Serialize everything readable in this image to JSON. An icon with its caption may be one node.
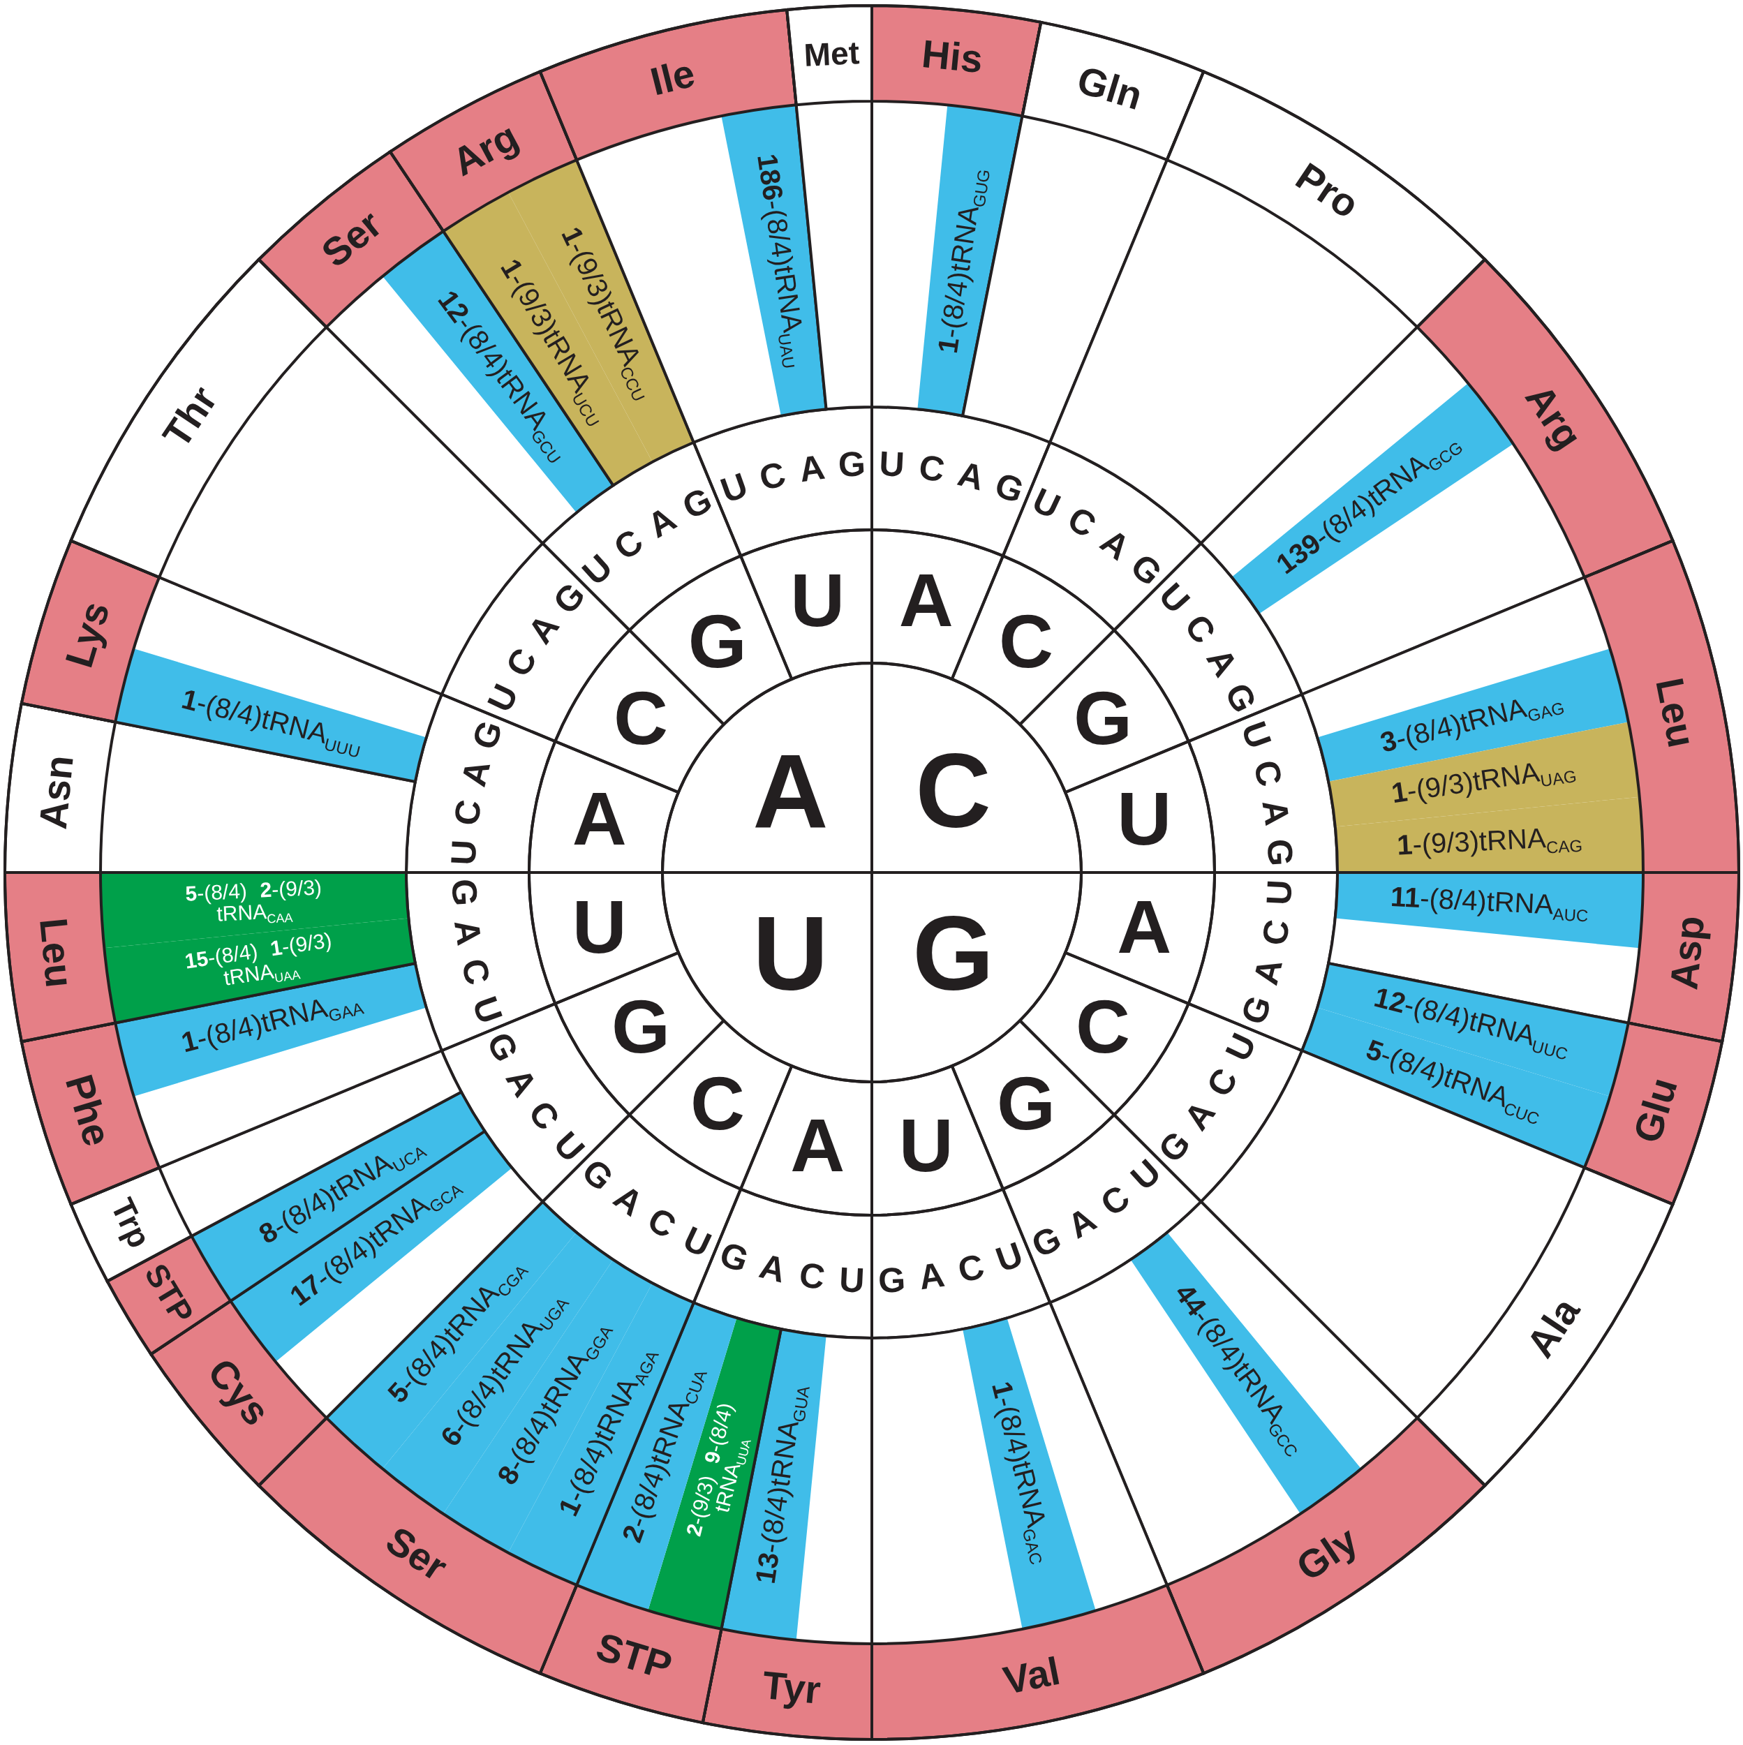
{
  "diagram": {
    "nodes": [
      {
        "text": [
          "C"
        ]
      },
      {
        "text": [
          "G"
        ]
      },
      {
        "text": [
          "U"
        ]
      },
      {
        "text": [
          "A"
        ]
      },
      {
        "text": [
          "A"
        ]
      },
      {
        "text": [
          "C"
        ]
      },
      {
        "text": [
          "G"
        ]
      },
      {
        "text": [
          "U"
        ]
      },
      {
        "text": [
          "A"
        ]
      },
      {
        "text": [
          "C"
        ]
      },
      {
        "text": [
          "G"
        ]
      },
      {
        "text": [
          "U"
        ]
      },
      {
        "text": [
          "A"
        ]
      },
      {
        "text": [
          "C"
        ]
      },
      {
        "text": [
          "G"
        ]
      },
      {
        "text": [
          "U"
        ]
      },
      {
        "text": [
          "A"
        ]
      },
      {
        "text": [
          "C"
        ]
      },
      {
        "text": [
          "G"
        ]
      },
      {
        "text": [
          "U"
        ]
      },
      {
        "text": [
          "U",
          "C",
          "A",
          "G"
        ]
      },
      {
        "text": [
          "U",
          "C",
          "A",
          "G"
        ]
      },
      {
        "text": [
          "U",
          "C",
          "A",
          "G"
        ]
      },
      {
        "text": [
          "U",
          "C",
          "A",
          "G"
        ]
      },
      {
        "text": [
          "U",
          "C",
          "A",
          "G"
        ]
      },
      {
        "text": [
          "U",
          "C",
          "A",
          "G"
        ]
      },
      {
        "text": [
          "U",
          "C",
          "A",
          "G"
        ]
      },
      {
        "text": [
          "U",
          "C",
          "A",
          "G"
        ]
      },
      {
        "text": [
          "U",
          "C",
          "A",
          "G"
        ]
      },
      {
        "text": [
          "U",
          "C",
          "A",
          "G"
        ]
      },
      {
        "text": [
          "U",
          "C",
          "A",
          "G"
        ]
      },
      {
        "text": [
          "U",
          "C",
          "A",
          "G"
        ]
      },
      {
        "text": [
          "U",
          "C",
          "A",
          "G"
        ]
      },
      {
        "text": [
          "U",
          "C",
          "A",
          "G"
        ]
      },
      {
        "text": [
          "U",
          "C",
          "A",
          "G"
        ]
      },
      {
        "text": [
          "U",
          "C",
          "A",
          "G"
        ]
      },
      {
        "text": [
          "His"
        ]
      },
      {
        "text": [
          "Gln"
        ]
      },
      {
        "text": [
          "Pro"
        ]
      },
      {
        "text": [
          "Arg"
        ]
      },
      {
        "text": [
          "Leu"
        ]
      },
      {
        "text": [
          "Asp"
        ]
      },
      {
        "text": [
          "Glu"
        ]
      },
      {
        "text": [
          "Ala"
        ]
      },
      {
        "text": [
          "Gly"
        ]
      },
      {
        "text": [
          "Val"
        ]
      },
      {
        "text": [
          "Tyr"
        ]
      },
      {
        "text": [
          "STP"
        ]
      },
      {
        "text": [
          "Ser"
        ]
      },
      {
        "text": [
          "Cys"
        ]
      },
      {
        "text": [
          "STP"
        ]
      },
      {
        "text": [
          "Trp"
        ]
      },
      {
        "text": [
          "Phe"
        ]
      },
      {
        "text": [
          "Leu"
        ]
      },
      {
        "text": [
          "Asn"
        ]
      },
      {
        "text": [
          "Lys"
        ]
      },
      {
        "text": [
          "Thr"
        ]
      },
      {
        "text": [
          "Ser"
        ]
      },
      {
        "text": [
          "Arg"
        ]
      },
      {
        "text": [
          "Ile"
        ]
      },
      {
        "text": [
          "Met"
        ]
      },
      {
        "text": [
          "**1**-(8/4)tRNA$_{GUG}$"
        ],
        "in": 36
      },
      {
        "text": [
          "**139**-(8/4)tRNA$_{GCG}$"
        ],
        "in": 39
      },
      {
        "text": [
          "**3**-(8/4)tRNA$_{GAG}$"
        ],
        "in": 40
      },
      {
        "text": [
          "**1**-(9/3)tRNA$_{UAG}$"
        ],
        "in": 40
      },
      {
        "text": [
          "**1**-(9/3)tRNA$_{CAG}$"
        ],
        "in": 40
      },
      {
        "text": [
          "**11**-(8/4)tRNA$_{AUC}$"
        ],
        "in": 41
      },
      {
        "text": [
          "**12**-(8/4)tRNA$_{UUC}$"
        ],
        "in": 42
      },
      {
        "text": [
          "**5**-(8/4)tRNA$_{CUC}$"
        ],
        "in": 42
      },
      {
        "text": [
          "**44**-(8/4)tRNA$_{GCC}$"
        ],
        "in": 44
      },
      {
        "text": [
          "**1**-(8/4)tRNA$_{GAC}$"
        ],
        "in": 45
      },
      {
        "text": [
          "**13**-(8/4)tRNA$_{GUA}$"
        ],
        "in": 46
      },
      {
        "text": [
          "**2**-(9/3) **9**-(8/4) tRNA$_{UUA}$"
        ],
        "in": 47
      },
      {
        "text": [
          "**2**-(8/4)tRNA$_{CUA}$"
        ],
        "in": 47
      },
      {
        "text": [
          "**1**-(8/4)tRNA$_{AGA}$"
        ],
        "in": 48
      },
      {
        "text": [
          "**8**-(8/4)tRNA$_{GGA}$"
        ],
        "in": 48
      },
      {
        "text": [
          "**6**-(8/4)tRNA$_{UGA}$"
        ],
        "in": 48
      },
      {
        "text": [
          "**5**-(8/4)tRNA$_{CGA}$"
        ],
        "in": 48
      },
      {
        "text": [
          "**17**-(8/4)tRNA$_{GCA}$"
        ],
        "in": 49
      },
      {
        "text": [
          "**8**-(8/4)tRNA$_{UCA}$"
        ],
        "in": 50
      },
      {
        "text": [
          "**1**-(8/4)tRNA$_{GAA}$"
        ],
        "in": 52
      },
      {
        "text": [
          "**15**-(8/4) **1**-(9/3) tRNA$_{UAA}$"
        ],
        "in": 53
      },
      {
        "text": [
          "**5**-(8/4) **2**-(9/3) tRNA$_{CAA}$"
        ],
        "in": 53
      },
      {
        "text": [
          "**1**-(8/4)tRNA$_{UUU}$"
        ],
        "in": 55
      },
      {
        "text": [
          "**12**-(8/4)tRNA$_{GCU}$"
        ],
        "in": 57
      },
      {
        "text": [
          "**1**-(9/3)tRNA$_{UCU}$"
        ],
        "in": 58
      },
      {
        "text": [
          "**1**-(9/3)tRNA$_{CCU}$"
        ],
        "in": 58
      },
      {
        "text": [
          "**186**-(8/4)tRNA$_{UAU}$"
        ],
        "in": 59
      }
    ]
  }
}
